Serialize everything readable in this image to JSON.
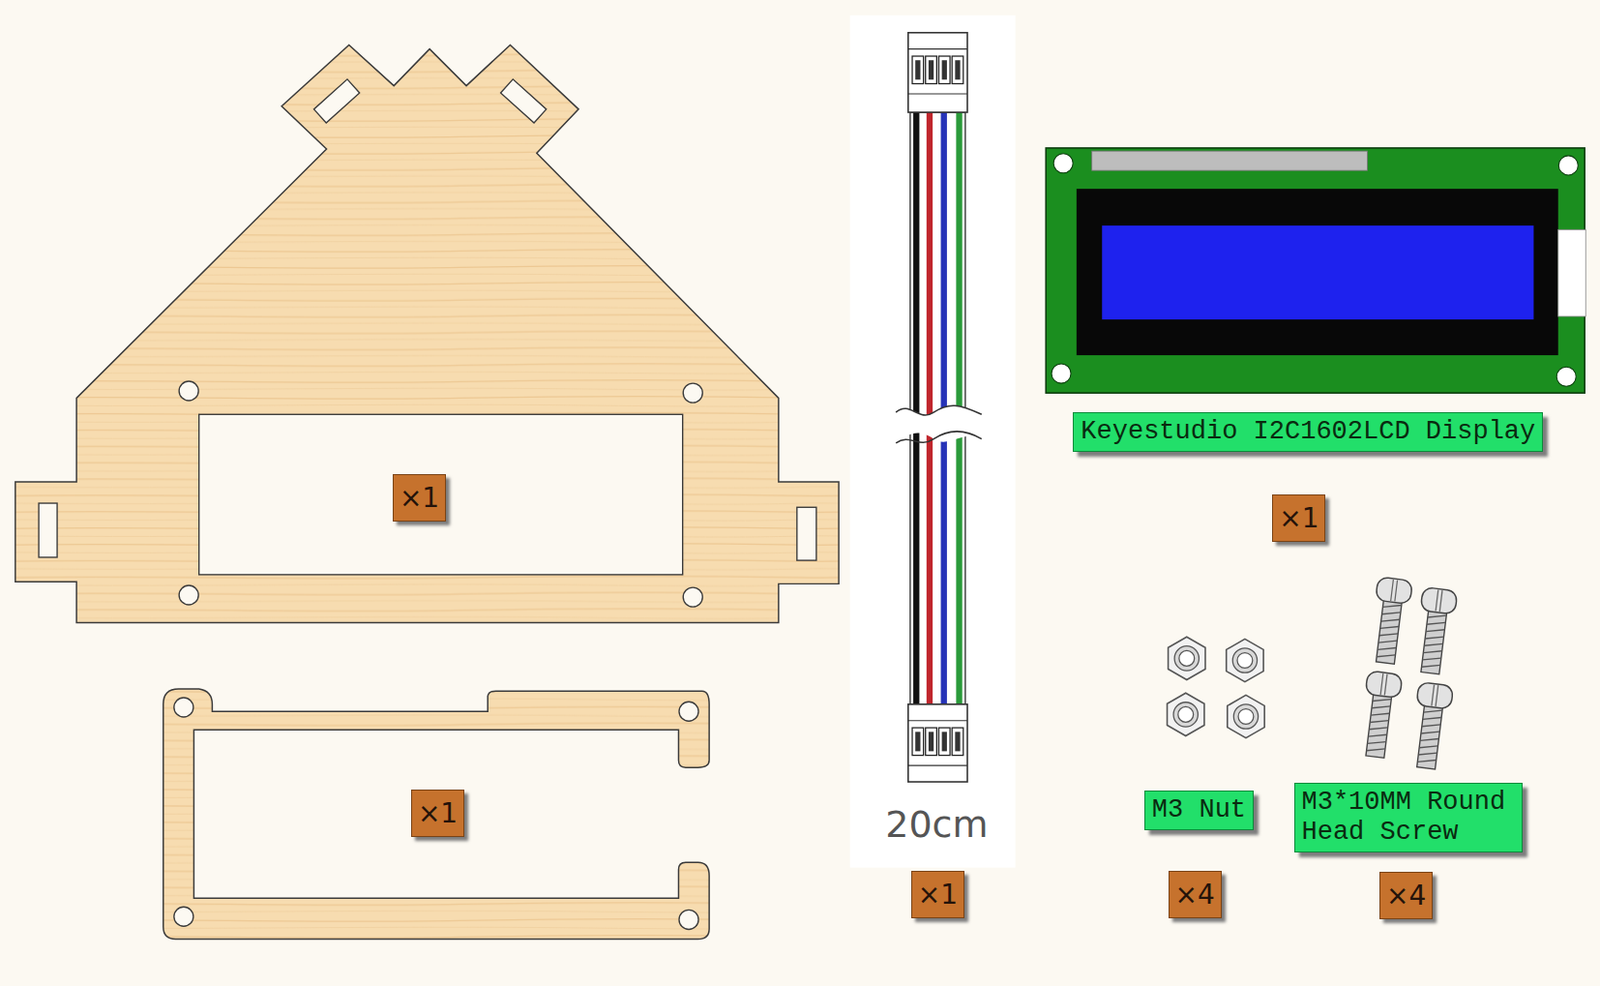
{
  "diagram": {
    "nodes": [
      {
        "text": [
          "Keyestudio I2C1602LCD Display"
        ]
      },
      {
        "text": [
          "×1"
        ]
      },
      {
        "text": [
          "×1"
        ]
      },
      {
        "text": [
          "M3*10MM Round Head Screw"
        ]
      },
      {
        "text": [
          "M3 Nut"
        ]
      },
      {
        "text": [
          "×1"
        ]
      },
      {
        "text": [
          "×1"
        ]
      },
      {
        "text": [
          "×4"
        ]
      },
      {
        "text": [
          "×4"
        ]
      }
    ],
    "labels": [
      "20cm"
    ]
  }
}
